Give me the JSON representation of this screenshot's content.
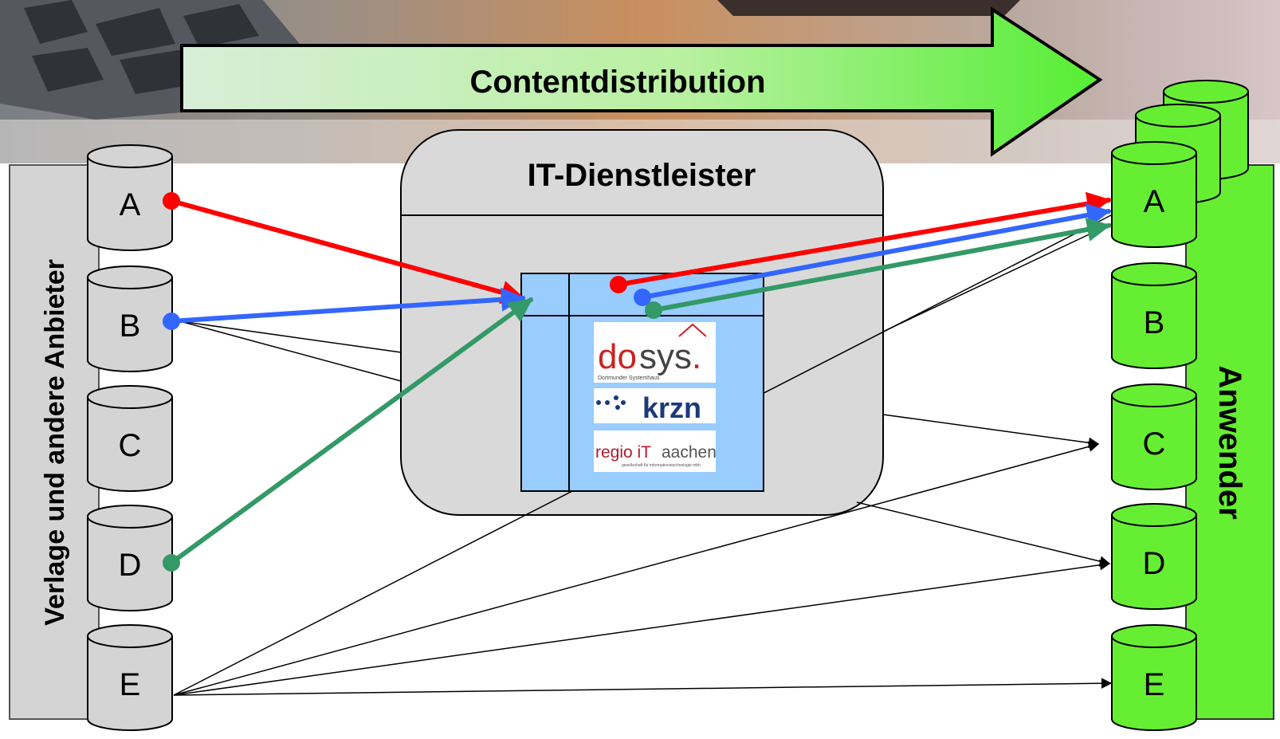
{
  "banner": {
    "label": "Contentdistribution"
  },
  "providers": {
    "side_label": "Verlage und andere Anbieter",
    "items": [
      "A",
      "B",
      "C",
      "D",
      "E"
    ]
  },
  "service_provider": {
    "title": "IT-Dienstleister",
    "logos": [
      {
        "name": "dosys",
        "text_red": "do",
        "text_dark": "sys",
        "dot": ".",
        "caption": "Dortmunder Systemhaus"
      },
      {
        "name": "krzn",
        "text": "krzn"
      },
      {
        "name": "regio-it-aachen",
        "text_red": "regio iT",
        "text_dark": "aachen",
        "caption": "gesellschaft für informationstechnologie mbh"
      }
    ]
  },
  "users": {
    "side_label": "Anwender",
    "items": [
      "A",
      "B",
      "C",
      "D",
      "E"
    ]
  },
  "colors": {
    "red_flow": "#ff0000",
    "blue_flow": "#3366ff",
    "green_flow": "#339966",
    "provider_db": "#d4d4d4",
    "user_db": "#66ee33",
    "service_box": "#d9d9d9",
    "catalog": "#99ccff",
    "banner_start": "#d8eed8",
    "banner_end": "#55ee33"
  }
}
